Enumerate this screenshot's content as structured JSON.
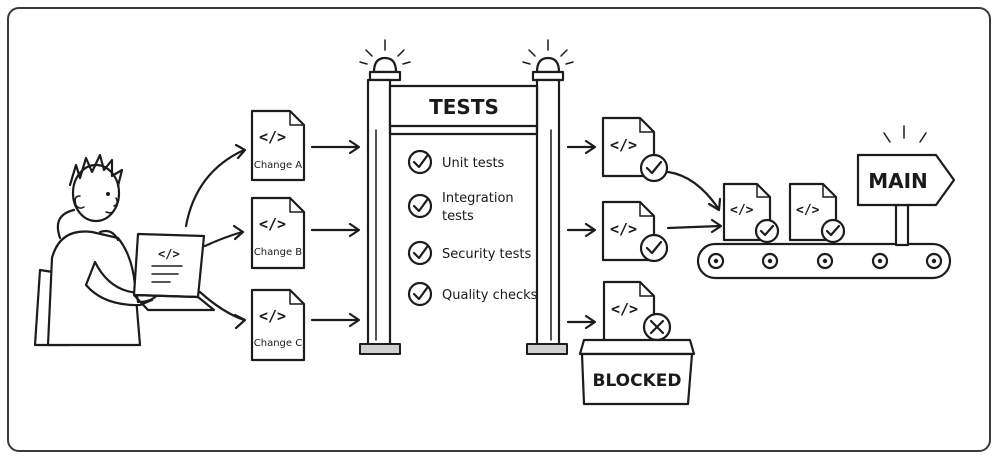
{
  "gate": {
    "title": "TESTS",
    "checks": [
      "Unit tests",
      "Integration",
      "tests",
      "Security tests",
      "Quality checks"
    ]
  },
  "changes": [
    "Change A",
    "Change B",
    "Change C"
  ],
  "code_glyph": "</>",
  "blocked_label": "BLOCKED",
  "sign_label": "MAIN"
}
